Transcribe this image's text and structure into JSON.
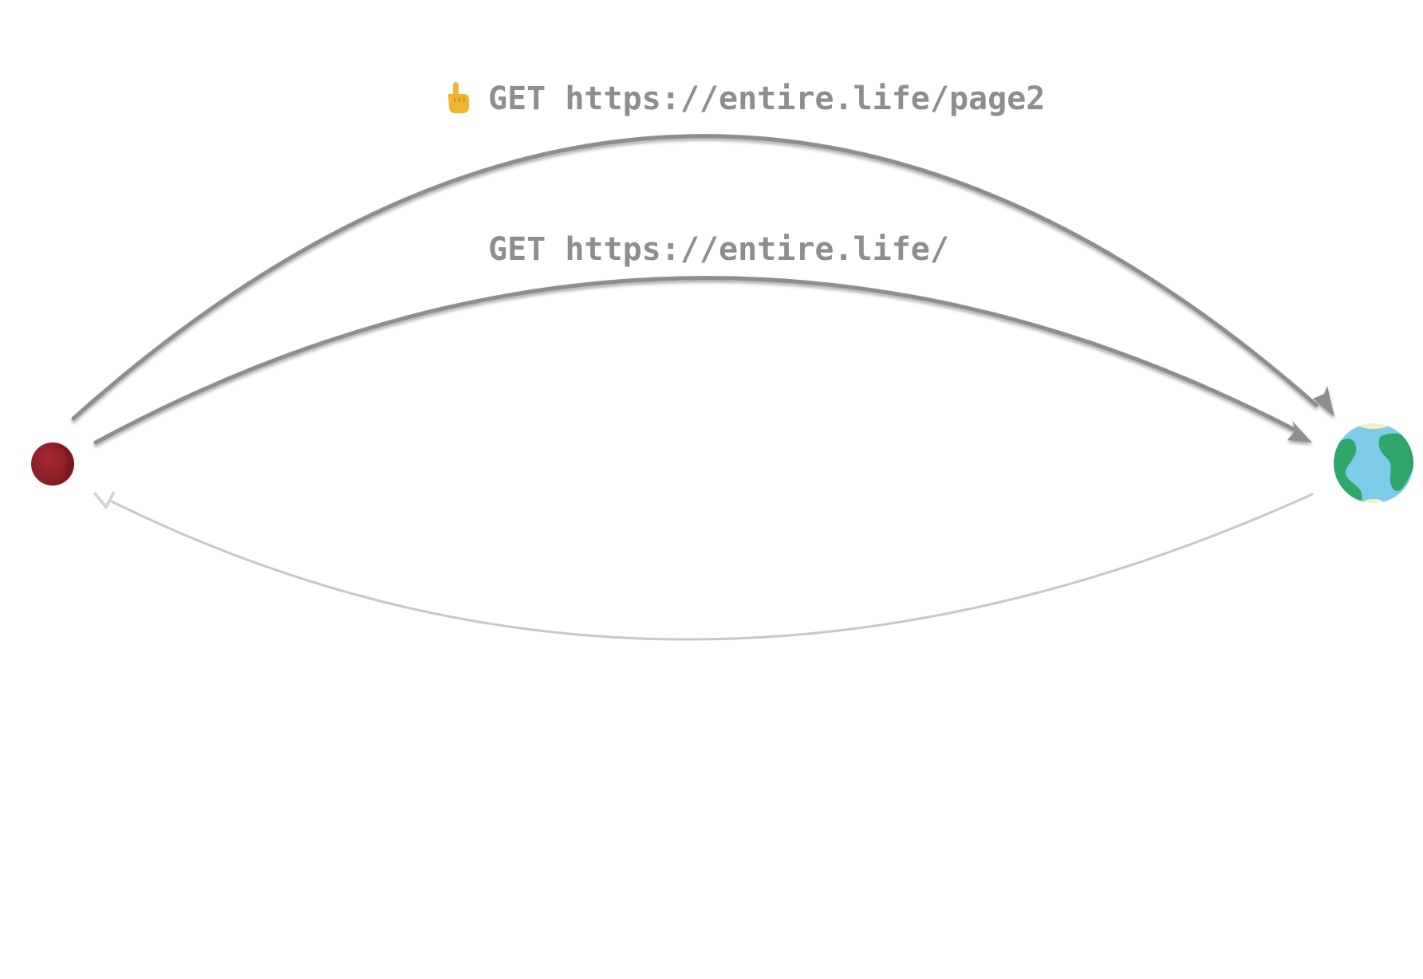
{
  "requests": [
    {
      "method": "GET",
      "url": "https://entire.life/page2",
      "label": "GET https://entire.life/page2",
      "icon": "pointing-finger-icon",
      "direction": "client-to-server"
    },
    {
      "method": "GET",
      "url": "https://entire.life/",
      "label": "GET https://entire.life/",
      "icon": "",
      "direction": "client-to-server"
    }
  ],
  "response": {
    "direction": "server-to-client",
    "style": "faded"
  },
  "client": {
    "icon": "red-planet-icon",
    "color": "#8e1e26"
  },
  "server": {
    "icon": "earth-globe-icon",
    "ocean_color": "#7fcbea",
    "land_color": "#2fa66a"
  },
  "colors": {
    "arrow": "#8e8e8e",
    "faded_arrow": "#c8c8c8",
    "label": "#8e8e8e"
  }
}
